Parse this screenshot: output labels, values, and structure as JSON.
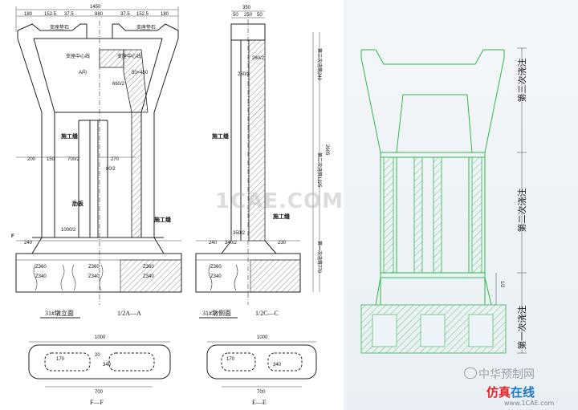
{
  "left_drawing": {
    "top_dims": {
      "overall": "1450",
      "d1": "180",
      "d2": "152.5",
      "d3": "37.5",
      "d4": "880",
      "d5": "37.5",
      "d6": "152.5",
      "d7": "180"
    },
    "side_top_dims": {
      "overall": "350",
      "d1": "50",
      "d2": "250",
      "d3": "50"
    },
    "labels": {
      "support_cushion_left": "支座垫石",
      "support_cushion_right": "支座垫石",
      "support_center_left": "支座中心线",
      "support_center_right": "支座中心线",
      "a_dir": "A向",
      "chamfer": "50×450",
      "half_660": "660/2",
      "construction_joint_1": "施工缝",
      "construction_joint_2": "施工缝",
      "construction_joint_3": "施工缝",
      "construction_joint_4": "施工缝",
      "rib": "肋板",
      "half_700": "700/2",
      "half_1000": "1000/2",
      "half_80": "80/2",
      "d_270": "270",
      "d_200": "200",
      "d_150": "150",
      "d_240": "240",
      "d_230": "230",
      "d_350": "350",
      "half_260": "260/2",
      "half_250": "250/2",
      "half_350": "350/2",
      "half_340": "340/2",
      "height_2605": "2605",
      "third_pour": "第三次浇筑240",
      "second_pour": "第二次浇筑1225",
      "first_pour": "第一次浇筑770",
      "d360a": "Z360",
      "d340a": "Z340",
      "d360b": "Z360",
      "d340b": "Z340",
      "d360c": "Z360",
      "d340c": "Z340",
      "d360d": "Z360",
      "d340d": "Z340"
    },
    "captions": {
      "front_elevation": "31#墩立面",
      "section_a": "1/2A—A",
      "side_elevation": "31#墩侧面",
      "section_c": "1/2C—C",
      "section_f": "F—F",
      "section_e": "E—E"
    },
    "plan_dims": {
      "f_overall": "1000",
      "f_bottom": "700",
      "f_a": "170",
      "f_b": "340",
      "f_c": "20",
      "e_overall": "1000",
      "e_bottom": "700",
      "e_a": "170",
      "e_b": "340"
    }
  },
  "right_drawing": {
    "pour_labels": {
      "third": "第三次浇注",
      "second": "第二次浇注",
      "first": "第一次浇注"
    },
    "small_dim": "1/2"
  },
  "watermark": "1CAE.COM",
  "brand": {
    "line1": "中华预制网",
    "line2a": "仿真",
    "line2b": "在线",
    "line3": "www.1CAE.com"
  },
  "colors": {
    "green": "#2fb84a",
    "accent_blue": "#3c6ea8",
    "brand_red": "#e0262a"
  }
}
